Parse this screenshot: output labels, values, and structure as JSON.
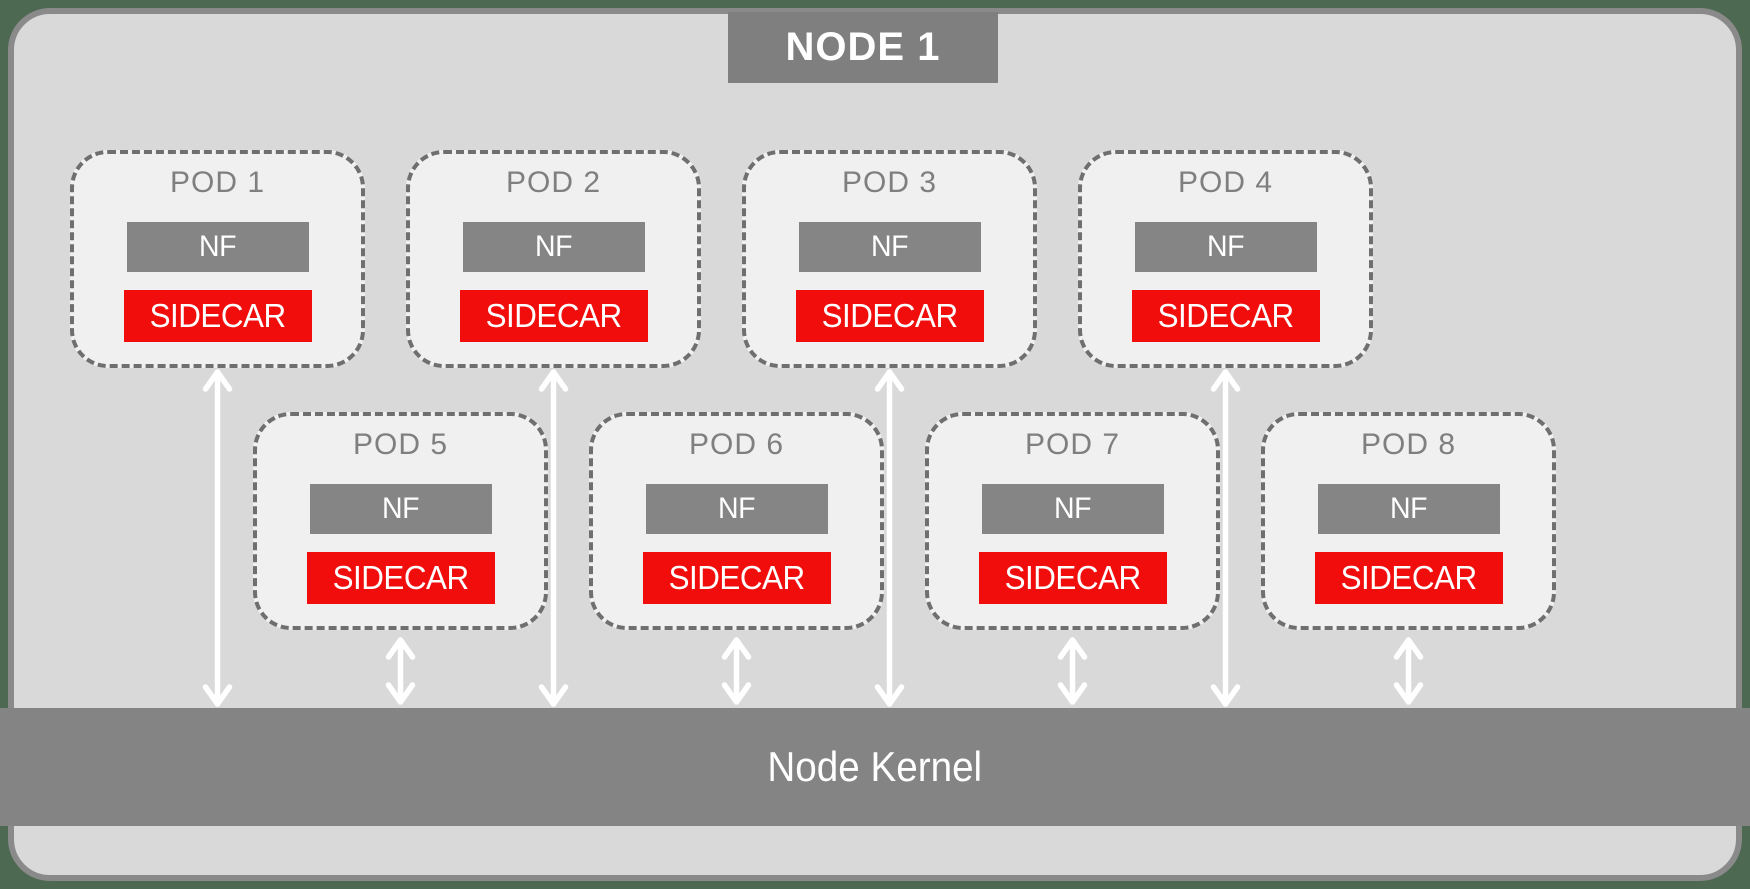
{
  "node": {
    "title": "NODE 1",
    "kernel_label": "Node Kernel"
  },
  "pods": [
    {
      "title": "POD 1",
      "nf_label": "NF",
      "sidecar_label": "SIDECAR"
    },
    {
      "title": "POD 2",
      "nf_label": "NF",
      "sidecar_label": "SIDECAR"
    },
    {
      "title": "POD 3",
      "nf_label": "NF",
      "sidecar_label": "SIDECAR"
    },
    {
      "title": "POD 4",
      "nf_label": "NF",
      "sidecar_label": "SIDECAR"
    },
    {
      "title": "POD 5",
      "nf_label": "NF",
      "sidecar_label": "SIDECAR"
    },
    {
      "title": "POD 6",
      "nf_label": "NF",
      "sidecar_label": "SIDECAR"
    },
    {
      "title": "POD 7",
      "nf_label": "NF",
      "sidecar_label": "SIDECAR"
    },
    {
      "title": "POD 8",
      "nf_label": "NF",
      "sidecar_label": "SIDECAR"
    }
  ],
  "colors": {
    "sidecar_red": "#f20d0d",
    "box_gray": "#858585",
    "kernel_gray": "#848484",
    "node_label_gray": "#7f7f7f",
    "node_background": "#d9d9d9",
    "pod_background": "#f0f0f0",
    "page_background": "#4d6952",
    "arrow_white": "#ffffff"
  }
}
